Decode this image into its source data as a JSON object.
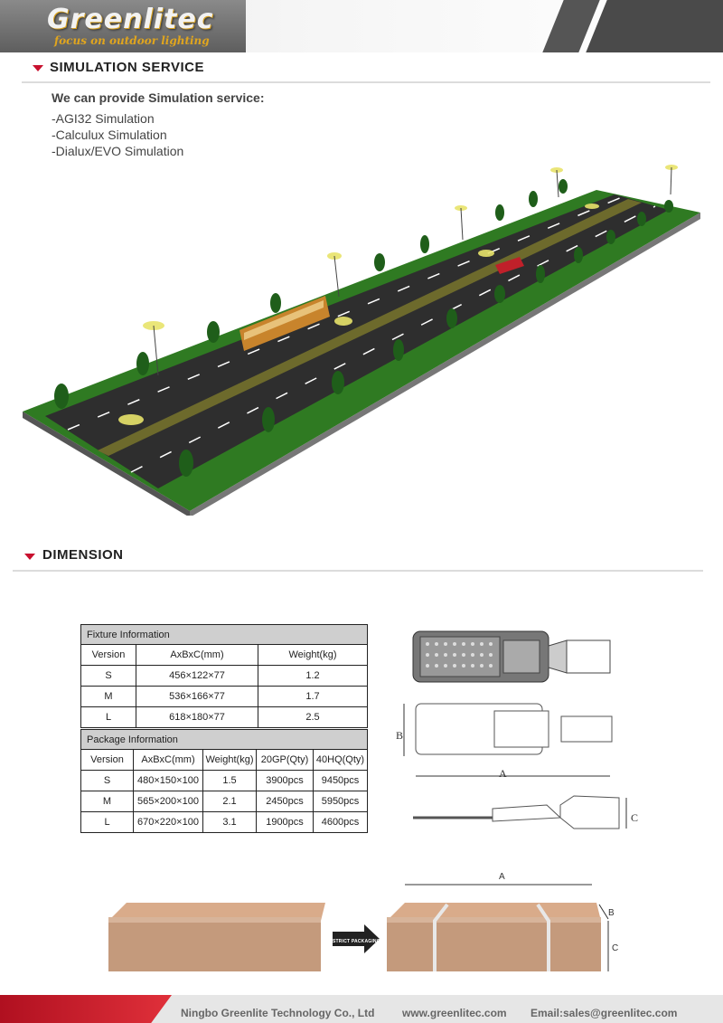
{
  "header": {
    "logo_text": "Greenlitec",
    "logo_tagline": "focus on outdoor lighting"
  },
  "simulation": {
    "title": "SIMULATION   SERVICE",
    "intro": "We can provide Simulation service:",
    "items": [
      "-AGI32 Simulation",
      "-Calculux Simulation",
      "-Dialux/EVO Simulation"
    ]
  },
  "dimension": {
    "title": "DIMENSION"
  },
  "fixture_table": {
    "title": "Fixture Information",
    "headers": [
      "Version",
      "AxBxC(mm)",
      "Weight(kg)"
    ],
    "rows": [
      [
        "S",
        "456×122×77",
        "1.2"
      ],
      [
        "M",
        "536×166×77",
        "1.7"
      ],
      [
        "L",
        "618×180×77",
        "2.5"
      ]
    ]
  },
  "package_table": {
    "title": "Package Information",
    "headers": [
      "Version",
      "AxBxC(mm)",
      "Weight(kg)",
      "20GP(Qty)",
      "40HQ(Qty)"
    ],
    "rows": [
      [
        "S",
        "480×150×100",
        "1.5",
        "3900pcs",
        "9450pcs"
      ],
      [
        "M",
        "565×200×100",
        "2.1",
        "2450pcs",
        "5950pcs"
      ],
      [
        "L",
        "670×220×100",
        "3.1",
        "1900pcs",
        "4600pcs"
      ]
    ]
  },
  "drawing_labels": {
    "fixture_a": "A",
    "fixture_b": "B",
    "fixture_c": "C",
    "box_a": "A",
    "box_b": "B",
    "box_c": "C",
    "arrow_text": "STRICT PACKAGING"
  },
  "footer": {
    "company": "Ningbo Greenlite Technology Co., Ltd",
    "website": "www.greenlitec.com",
    "email": "Email:sales@greenlitec.com"
  },
  "colors": {
    "accent_red": "#c8102e",
    "road": "#2e2e2e",
    "grass": "#2f7a22",
    "box": "#c49a7c"
  }
}
